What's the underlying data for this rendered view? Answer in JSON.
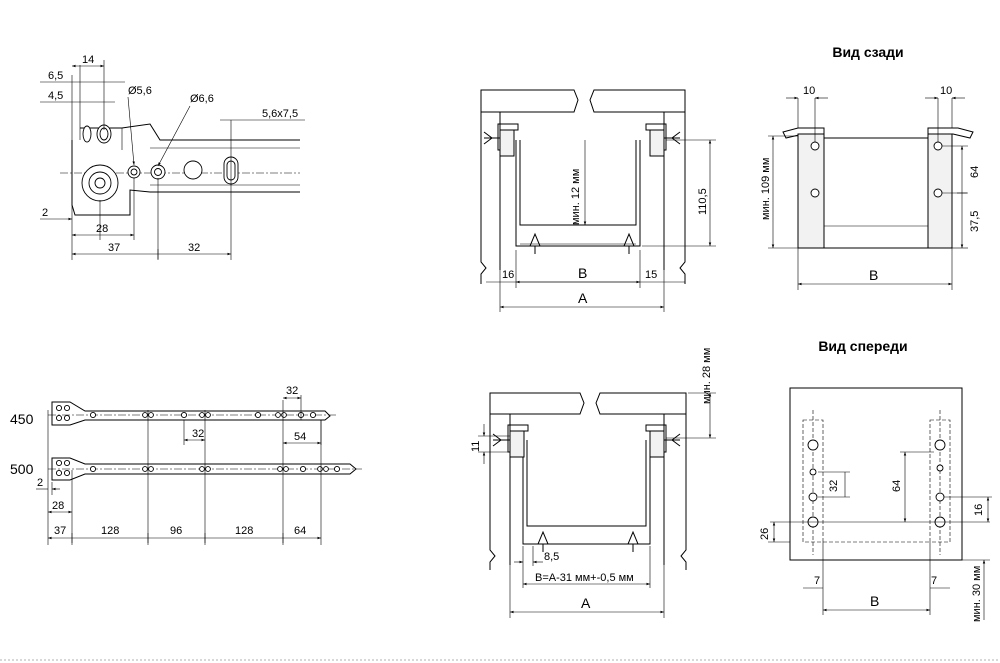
{
  "headers": {
    "back_view": "Вид сзади",
    "front_view": "Вид спереди"
  },
  "slide_detail": {
    "d_6_5": "6,5",
    "d_14": "14",
    "d_4_5": "4,5",
    "d_hole_5_6": "Ø5,6",
    "d_hole_6_6": "Ø6,6",
    "d_slot": "5,6x7,5",
    "d_2": "2",
    "d_28": "28",
    "d_37": "37",
    "d_32": "32"
  },
  "rails": {
    "len_450": "450",
    "len_500": "500",
    "d_32_top": "32",
    "d_32_mid": "32",
    "d_54": "54",
    "d_2": "2",
    "d_28": "28",
    "d_37": "37",
    "d_128_a": "128",
    "d_96": "96",
    "d_128_b": "128",
    "d_64": "64"
  },
  "top_section": {
    "min_12": "мин. 12 мм",
    "d_110_5": "110,5",
    "d_16": "16",
    "label_b": "B",
    "d_15": "15",
    "label_a": "A"
  },
  "back_view": {
    "d_10_left": "10",
    "d_10_right": "10",
    "min_109": "мин. 109 мм",
    "d_64": "64",
    "d_37_5": "37,5",
    "label_b": "B"
  },
  "bottom_section": {
    "min_28": "мин. 28 мм",
    "d_11": "11",
    "d_8_5": "8,5",
    "formula_b": "B=A-31 мм+-0,5 мм",
    "label_a": "A"
  },
  "front_view": {
    "d_32": "32",
    "d_64": "64",
    "d_16": "16",
    "d_26": "26",
    "d_7_left": "7",
    "d_7_right": "7",
    "label_b": "B",
    "min_30": "мин. 30 мм"
  }
}
